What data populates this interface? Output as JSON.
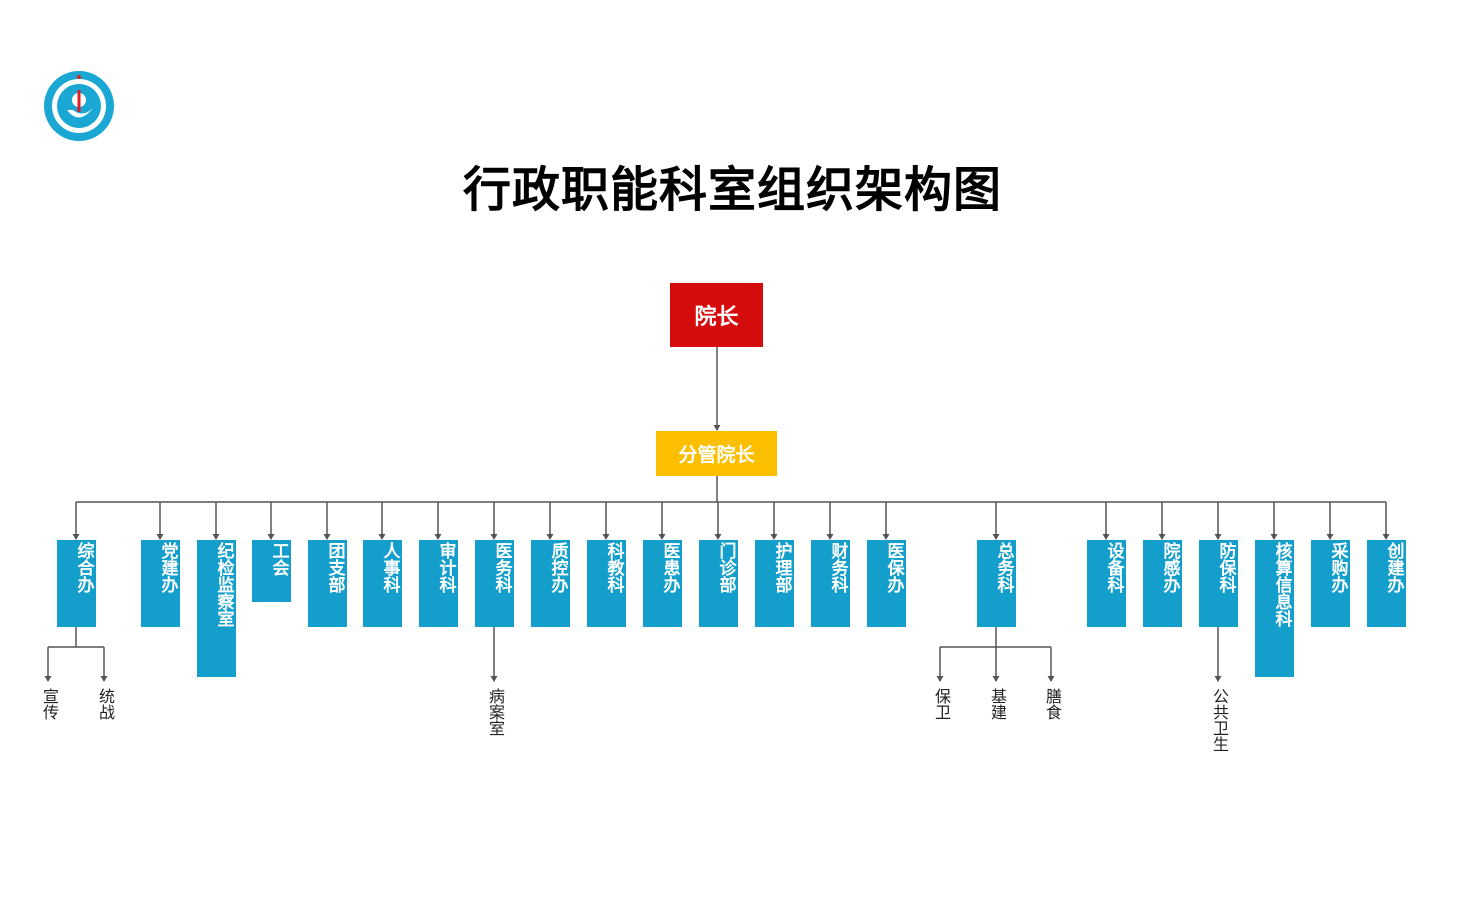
{
  "title": "行政职能科室组织架构图",
  "logo": {
    "icon": "hospital-logo-icon",
    "colors": {
      "ring": "#1ba7d4",
      "inner": "#ffffff"
    }
  },
  "top": {
    "label": "院长",
    "color": "#d50c0c"
  },
  "mid": {
    "label": "分管院长",
    "color": "#fbbf00"
  },
  "dept_color": "#139ecc",
  "departments": [
    {
      "label": "综合办",
      "children": [
        "宣传",
        "统战"
      ]
    },
    {
      "label": "党建办",
      "children": []
    },
    {
      "label": "纪检监察室",
      "children": []
    },
    {
      "label": "工会",
      "children": []
    },
    {
      "label": "团支部",
      "children": []
    },
    {
      "label": "人事科",
      "children": []
    },
    {
      "label": "审计科",
      "children": []
    },
    {
      "label": "医务科",
      "children": [
        "病案室"
      ]
    },
    {
      "label": "质控办",
      "children": []
    },
    {
      "label": "科教科",
      "children": []
    },
    {
      "label": "医患办",
      "children": []
    },
    {
      "label": "门诊部",
      "children": []
    },
    {
      "label": "护理部",
      "children": []
    },
    {
      "label": "财务科",
      "children": []
    },
    {
      "label": "医保办",
      "children": []
    },
    {
      "label": "总务科",
      "children": [
        "保卫",
        "基建",
        "膳食"
      ]
    },
    {
      "label": "设备科",
      "children": []
    },
    {
      "label": "院感办",
      "children": []
    },
    {
      "label": "防保科",
      "children": [
        "公共卫生"
      ]
    },
    {
      "label": "核算信息科",
      "children": []
    },
    {
      "label": "采购办",
      "children": []
    },
    {
      "label": "创建办",
      "children": []
    }
  ]
}
